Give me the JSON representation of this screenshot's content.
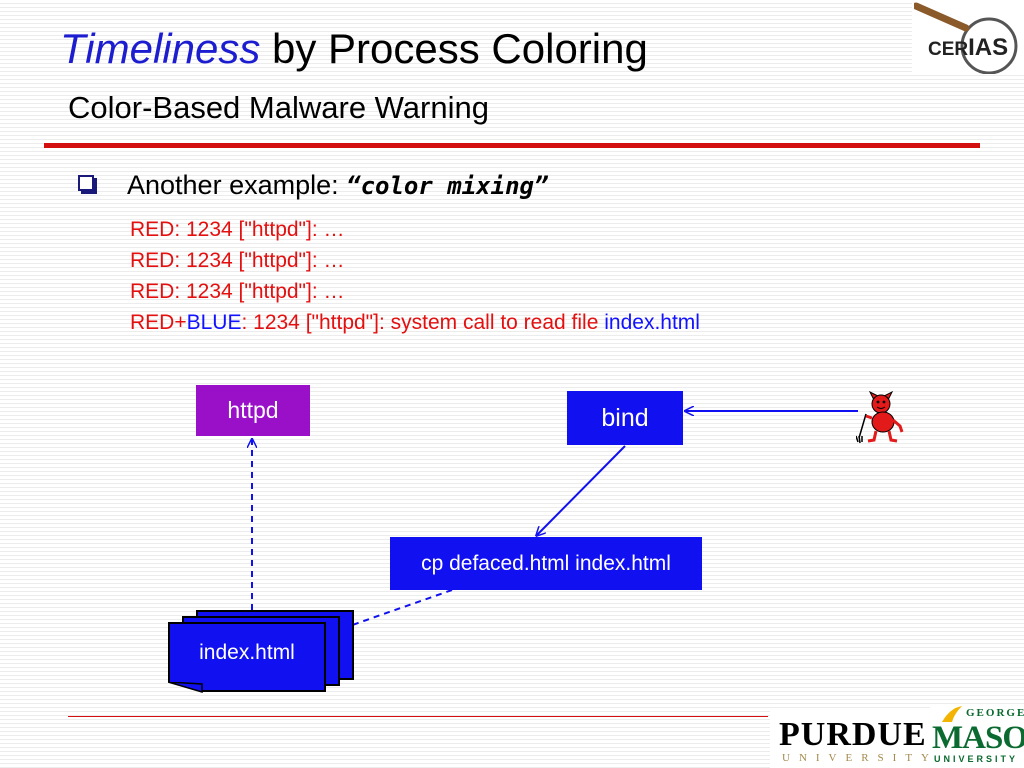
{
  "title": {
    "emphasis": "Timeliness",
    "rest": " by Process Coloring",
    "subtitle": "Color-Based Malware Warning"
  },
  "bullet": {
    "prefix": "Another example: ",
    "emphasis": "“color mixing”"
  },
  "log": {
    "lines": [
      "RED: 1234 [\"httpd\"]: …",
      "RED: 1234 [\"httpd\"]: …",
      "RED: 1234 [\"httpd\"]: …"
    ],
    "last": {
      "red_part": "RED+",
      "blue_part": "BLUE",
      "middle": ": 1234 [\"httpd\"]: system call to read file ",
      "file": "index.html"
    }
  },
  "diagram": {
    "httpd": "httpd",
    "bind": "bind",
    "command": "cp defaced.html index.html",
    "file": "index.html"
  },
  "logos": {
    "cerias_cer": "CER",
    "cerias_ias": "IAS",
    "purdue": "PURDUE",
    "purdue_sub": "UNIVERSITY",
    "gmu_george": "GEORGE",
    "gmu_mason": "MASON",
    "gmu_univ": "UNIVERSITY"
  },
  "colors": {
    "title_emphasis": "#1c1cd0",
    "rule": "#d40f0f",
    "log_red": "#e41010",
    "log_blue": "#1212ff",
    "httpd_box": "#9a10c8",
    "process_box": "#1010f0"
  },
  "icons": {
    "attacker": "devil-icon",
    "bullet": "checkbox-bullet-icon"
  }
}
